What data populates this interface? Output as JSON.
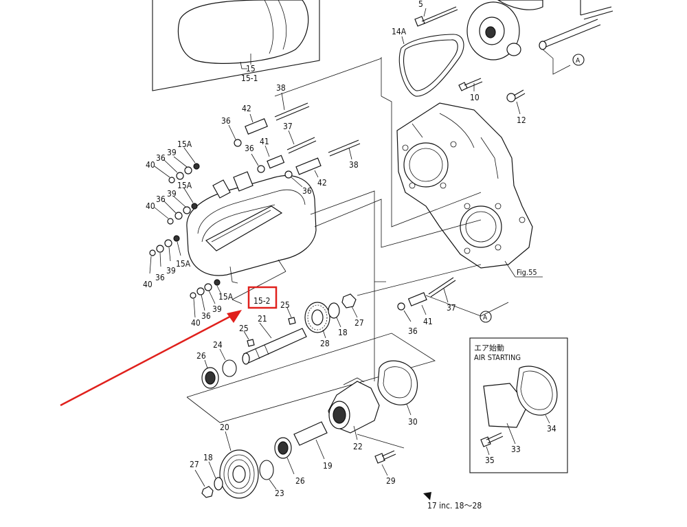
{
  "colors": {
    "highlight": "#e0201c",
    "ink": "#111111",
    "background": "#ffffff"
  },
  "labels": {
    "l5": "5",
    "l14a_top": "14A",
    "l10": "10",
    "l12": "12",
    "l15": "15",
    "l15_1": "15-1",
    "l38a": "38",
    "l42a": "42",
    "l36a": "36",
    "l37": "37",
    "l41a": "41",
    "l36b": "36",
    "l38b": "38",
    "l42b": "42",
    "l36c": "36",
    "r1_40": "40",
    "r1_36": "36",
    "r1_39": "39",
    "r1_15a": "15A",
    "r2_40": "40",
    "r2_36": "36",
    "r2_39": "39",
    "r2_15a": "15A",
    "r3_40": "40",
    "r3_36": "36",
    "r3_39": "39",
    "r3_15a": "15A",
    "r4_40": "40",
    "r4_36": "36",
    "r4_39": "39",
    "r4_15a": "15A",
    "l15_2": "15-2",
    "l25a": "25",
    "l21": "21",
    "l25b": "25",
    "l24": "24",
    "l26a": "26",
    "l28": "28",
    "l18a": "18",
    "l27a": "27",
    "l36d": "36",
    "l41b": "41",
    "l37b": "37",
    "fig55": "Fig.55",
    "markA_top": "A",
    "markA_mid": "A",
    "l20": "20",
    "l18b": "18",
    "l27b": "27",
    "l23": "23",
    "l26b": "26",
    "l19": "19",
    "l22": "22",
    "l30": "30",
    "l29": "29",
    "air_jp": "エア始動",
    "air_en": "AIR STARTING",
    "l33": "33",
    "l34": "34",
    "l35": "35",
    "footnote": "17 inc. 18～28"
  }
}
